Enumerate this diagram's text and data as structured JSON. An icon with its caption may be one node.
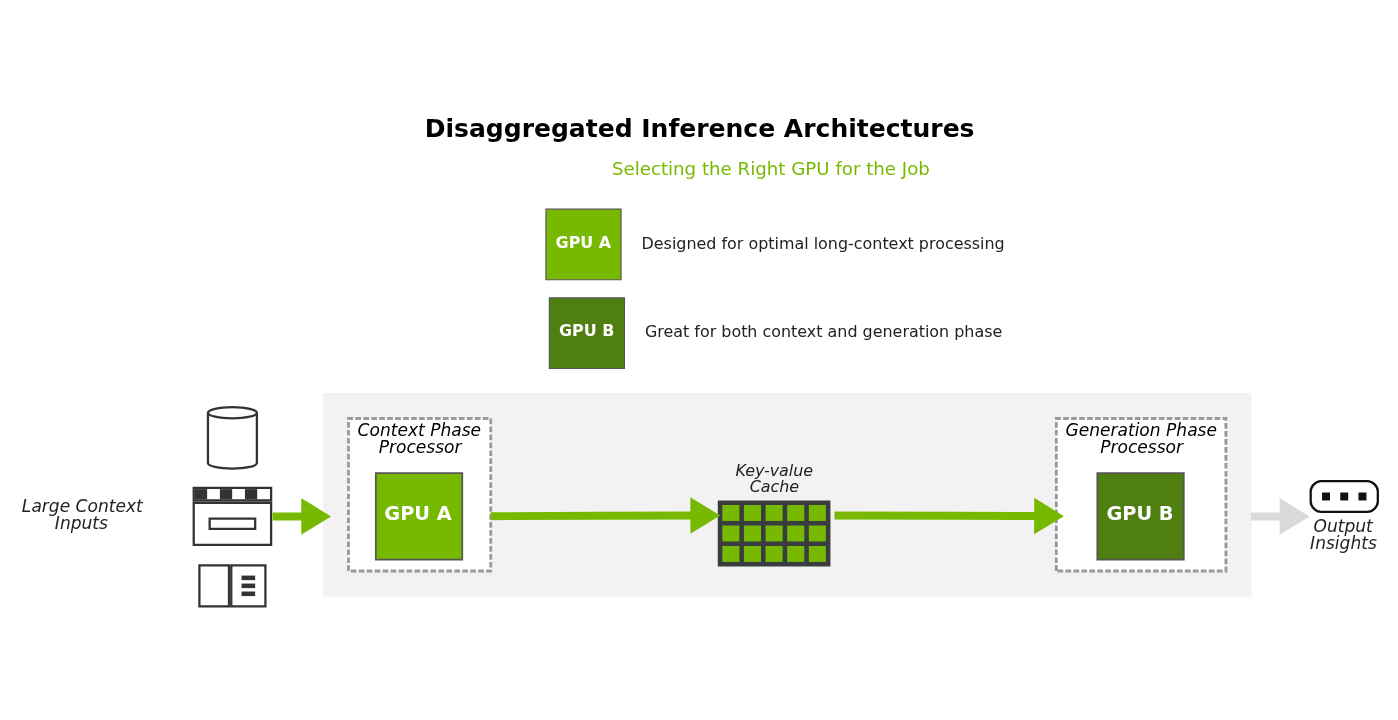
{
  "diagram": {
    "title": "Disaggregated Inference Architectures",
    "nodes": [
      {
        "text": [
          "GPU A"
        ],
        "beside": [
          "Designed for optimal long-context processing"
        ]
      },
      {
        "text": [
          "GPU B"
        ],
        "beside": [
          "Great for both context and generation phase"
        ]
      },
      {
        "text": [
          "Large Context Inputs"
        ]
      },
      {
        "text": [],
        "shape": "cylinder"
      },
      {
        "text": [],
        "shape": "picture"
      },
      {
        "text": [],
        "shape": "picture"
      },
      {
        "text": [],
        "shape": "box"
      },
      {
        "text": [
          "Context Phase Processor"
        ],
        "in": 6
      },
      {
        "text": [
          "GPU A"
        ],
        "in": 7
      },
      {
        "text": [
          "Key-value Cache"
        ],
        "in": 6
      },
      {
        "text": [
          "Generation Phase Processor"
        ],
        "in": 6
      },
      {
        "text": [
          "GPU B"
        ],
        "in": 10
      },
      {
        "text": [
          "Output Insights"
        ]
      }
    ],
    "edges": [
      {
        "from": 4,
        "to": 6,
        "arrow": "to"
      },
      {
        "from": 7,
        "to": 9,
        "arrow": "to"
      },
      {
        "from": 9,
        "to": 10,
        "arrow": "to"
      },
      {
        "from": 6,
        "to": 12,
        "arrow": "to",
        "color": "#d9d9d9"
      }
    ],
    "labels": [
      "Selecting the Right GPU for the Job"
    ]
  }
}
